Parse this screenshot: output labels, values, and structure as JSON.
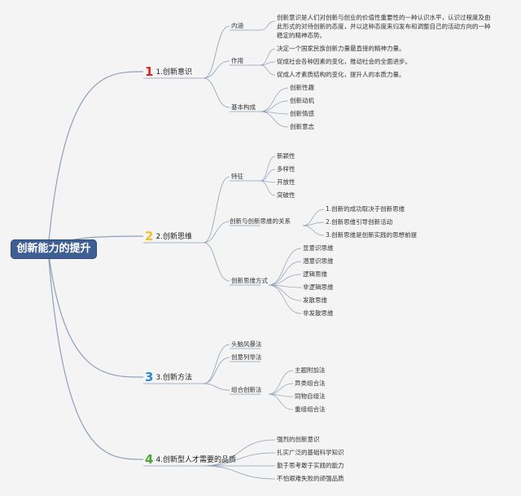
{
  "root": "创新能力的提升",
  "branches": [
    {
      "num": "1",
      "num_color": "#e0202a",
      "label": "1.创新意识",
      "subs": [
        {
          "label": "内涵",
          "items": [
            "创新意识是人们对创新与创业的价值性重要性的一种认识水平，认识过程度及由此形式的对待创新的态度，并以这种态度来归发布和调整自己的活动方向的一种稳定的精神态势。"
          ]
        },
        {
          "label": "作用",
          "items": [
            "决定一个国家民族创新力量最直接的精神力量。",
            "促成社会各种因素的变化，推动社会的全面进步。",
            "促成人才素质结构的变化，提升人的本质力量。"
          ]
        },
        {
          "label": "基本构成",
          "items": [
            "创新性趣",
            "创新动机",
            "创新情感",
            "创新意志"
          ]
        }
      ]
    },
    {
      "num": "2",
      "num_color": "#f0c020",
      "label": "2.创新思维",
      "subs": [
        {
          "label": "特征",
          "items": [
            "新颖性",
            "多样性",
            "开放性",
            "突破性"
          ]
        },
        {
          "label": "创新与创新思维的关系",
          "items": [
            "1.创新的成功取决于创新思维",
            "2.创新思维引导创新活动",
            "3.创新思维是创新实践的思想前提"
          ]
        },
        {
          "label": "创新思维方式",
          "items": [
            "显意识思维",
            "潜意识思维",
            "逻辑思维",
            "非逻辑思维",
            "发散思维",
            "非发散思维"
          ]
        }
      ]
    },
    {
      "num": "3",
      "num_color": "#2a8ad6",
      "label": "3.创新方法",
      "subs": [
        {
          "label": "头脑风暴法",
          "items": []
        },
        {
          "label": "创意列举法",
          "items": []
        },
        {
          "label": "组合创新法",
          "items": [
            "主题附加法",
            "异类组合法",
            "同物自组法",
            "重组组合法"
          ]
        }
      ]
    },
    {
      "num": "4",
      "num_color": "#4aa83a",
      "label": "4.创新型人才需要的品质",
      "items": [
        "强烈的创新意识",
        "扎实广泛的基础科学知识",
        "勤于思考敢于实践的能力",
        "不怕艰难失败的顽强品质"
      ]
    }
  ]
}
